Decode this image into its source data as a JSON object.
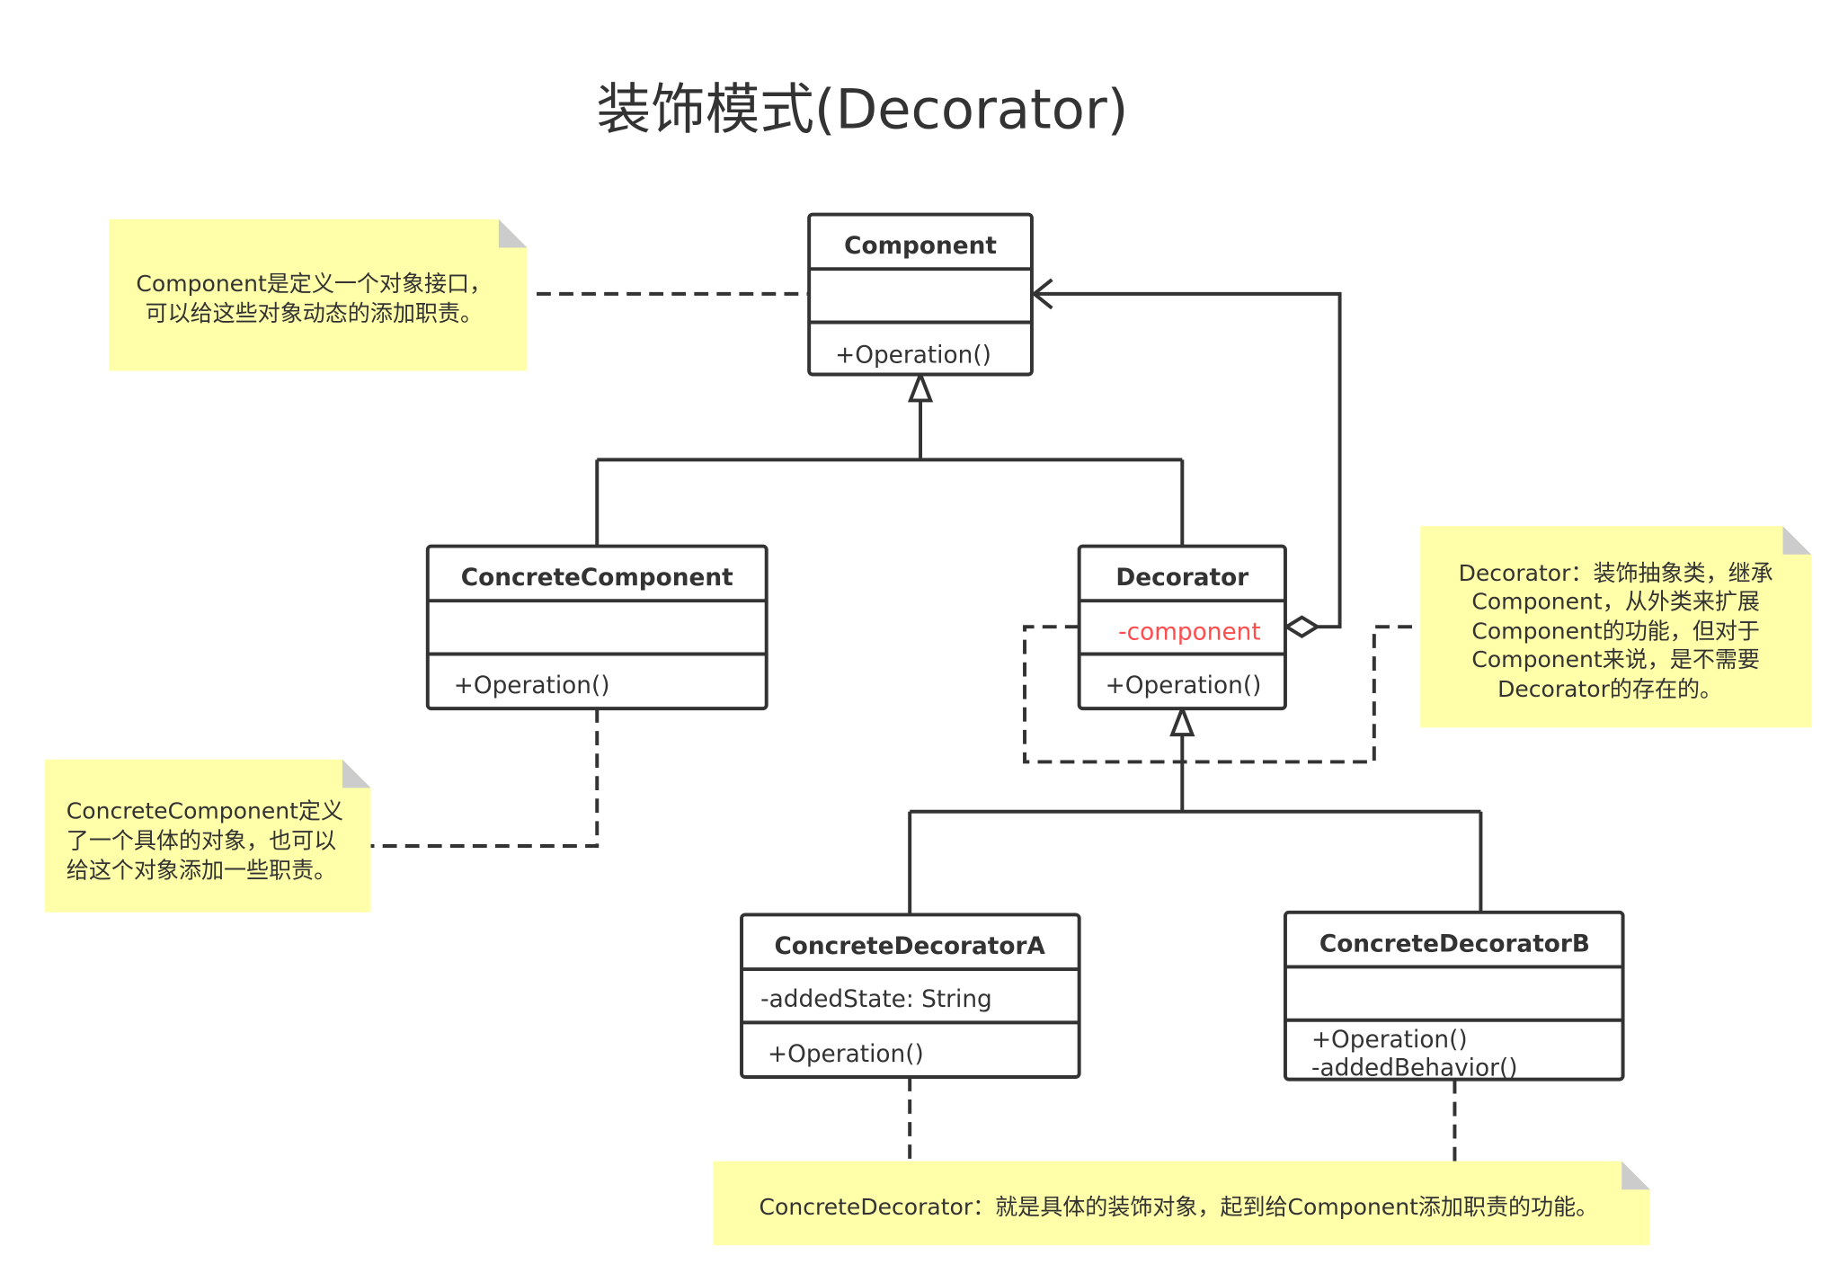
{
  "title": "装饰模式(Decorator)",
  "classes": {
    "component": {
      "name": "Component",
      "attributes": "",
      "methods": [
        "+Operation()"
      ]
    },
    "concrete_component": {
      "name": "ConcreteComponent",
      "attributes": "",
      "methods": [
        "+Operation()"
      ]
    },
    "decorator": {
      "name": "Decorator",
      "attributes": "-component",
      "methods": [
        "+Operation()"
      ]
    },
    "concrete_decorator_a": {
      "name": "ConcreteDecoratorA",
      "attributes": "-addedState: String",
      "methods": [
        "+Operation()"
      ]
    },
    "concrete_decorator_b": {
      "name": "ConcreteDecoratorB",
      "attributes": "",
      "methods": [
        "+Operation()",
        "-addedBehavior()"
      ]
    }
  },
  "notes": {
    "component_note": [
      "Component是定义一个对象接口，",
      "可以给这些对象动态的添加职责。"
    ],
    "concrete_component_note": [
      "ConcreteComponent定义",
      "了一个具体的对象，也可以",
      "给这个对象添加一些职责。"
    ],
    "decorator_note": [
      "Decorator：装饰抽象类，继承",
      "Component，从外类来扩展",
      "Component的功能，但对于",
      "Component来说，是不需要",
      "Decorator的存在的。"
    ],
    "concrete_decorator_note": [
      "ConcreteDecorator：就是具体的装饰对象，起到给Component添加职责的功能。"
    ]
  },
  "colors": {
    "note": "#ffffaa",
    "fold": "#cccccc",
    "line": "#333333",
    "highlight": "#ff4d4d"
  }
}
